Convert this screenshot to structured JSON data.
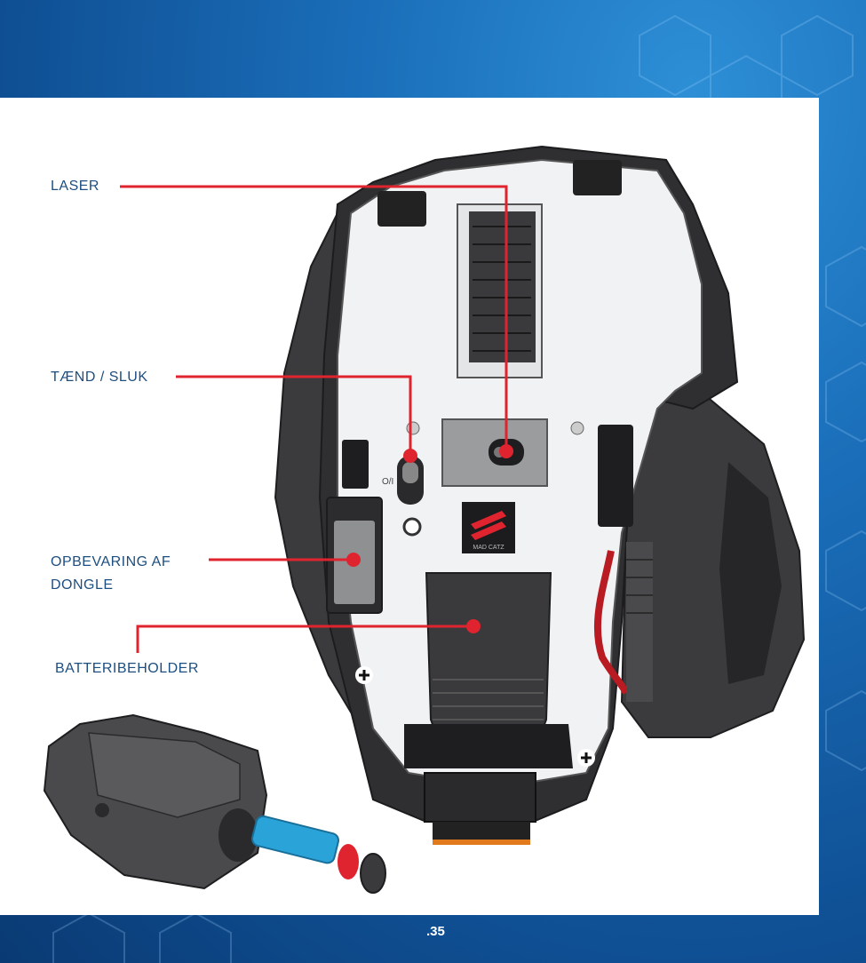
{
  "labels": {
    "laser": "LASER",
    "power": "TÆND / SLUK",
    "dongle_line1": "OPBEVARING AF",
    "dongle_line2": "DONGLE",
    "battery": "BATTERIBEHOLDER"
  },
  "logo_text": "MAD CATZ",
  "page_number": ".35",
  "colors": {
    "background_blue": "#1a6db8",
    "callout_red": "#e0242f",
    "label_blue": "#1d4e80",
    "mouse_dark": "#3a3a3c",
    "mouse_light": "#f2f3f4"
  }
}
